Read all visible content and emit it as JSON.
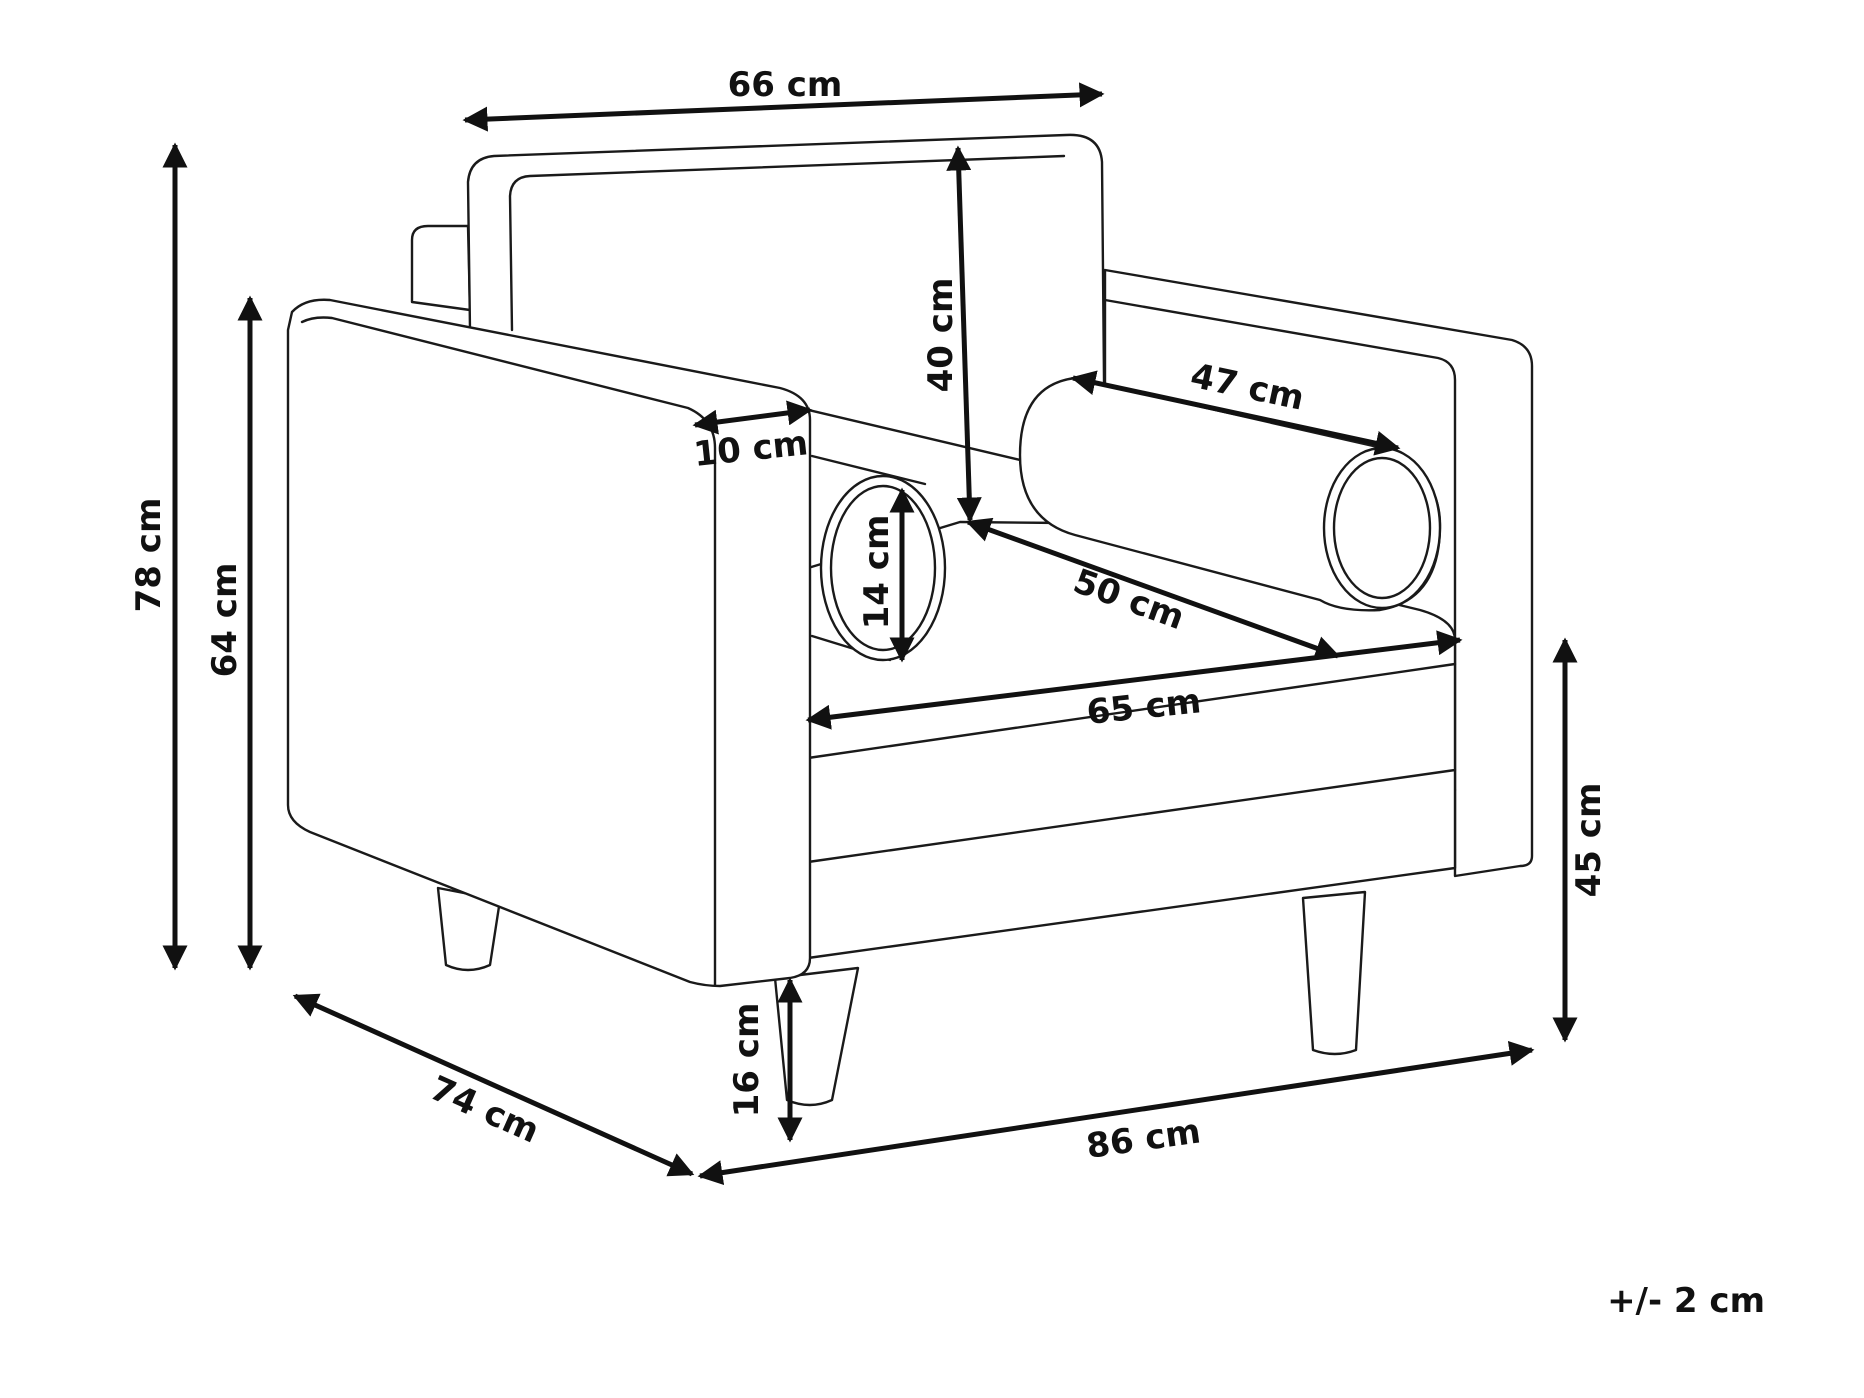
{
  "diagram": {
    "dimensions": {
      "width_top": "66 cm",
      "backrest_height": "40 cm",
      "armrest_width": "10 cm",
      "bolster_length": "47 cm",
      "bolster_diameter": "14 cm",
      "seat_depth": "50 cm",
      "seat_width": "65 cm",
      "total_height": "78 cm",
      "arm_height": "64 cm",
      "seat_height": "45 cm",
      "leg_height": "16 cm",
      "total_depth": "74 cm",
      "total_width": "86 cm"
    },
    "tolerance": "+/- 2 cm"
  }
}
